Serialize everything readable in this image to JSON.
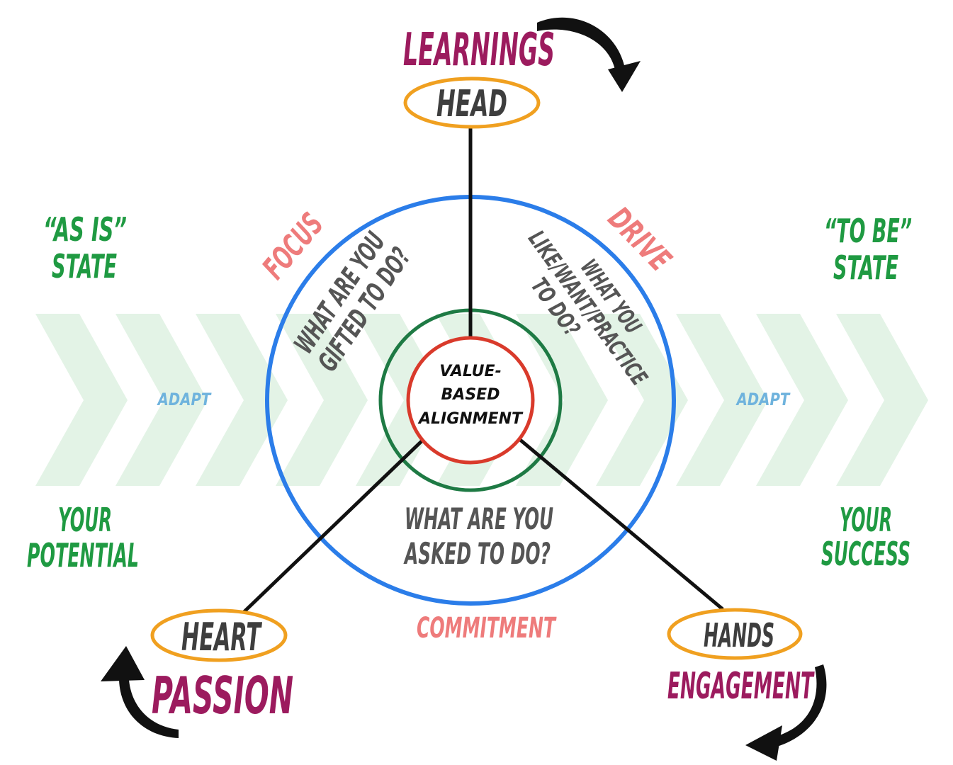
{
  "colors": {
    "arrow_band": "#e3f3e6",
    "outer_circle": "#2b7de9",
    "middle_circle": "#1e7a44",
    "inner_circle": "#d93a2b",
    "node_ring": "#f0a020",
    "node_text": "#3e3e3e",
    "outcome_text": "#9c1b5e",
    "state_text": "#1f9a42",
    "arc_label": "#ee7b7b",
    "adapt_text": "#6fb3dd",
    "question_text": "#555555",
    "spoke": "#111111",
    "curved_arrow": "#111111"
  },
  "outcomes": {
    "learnings": "LEARNINGS",
    "passion": "PASSION",
    "engagement": "ENGAGEMENT"
  },
  "nodes": {
    "head": "HEAD",
    "heart": "HEART",
    "hands": "HANDS"
  },
  "center": {
    "line1": "VALUE-",
    "line2": "BASED",
    "line3": "ALIGNMENT"
  },
  "arc_labels": {
    "focus": "FOCUS",
    "drive": "DRIVE",
    "commitment": "COMMITMENT"
  },
  "questions": {
    "gifted": [
      "WHAT ARE YOU",
      "GIFTED TO DO?"
    ],
    "like": [
      "WHAT YOU",
      "LIKE/WANT/PRACTICE",
      "TO DO?"
    ],
    "asked": [
      "WHAT ARE YOU",
      "ASKED TO DO?"
    ]
  },
  "states": {
    "as_is": [
      "“AS IS”",
      "STATE"
    ],
    "to_be": [
      "“TO BE”",
      "STATE"
    ],
    "potential": [
      "YOUR",
      "POTENTIAL"
    ],
    "success": [
      "YOUR",
      "SUCCESS"
    ]
  },
  "adapt": {
    "left": "ADAPT",
    "right": "ADAPT"
  }
}
